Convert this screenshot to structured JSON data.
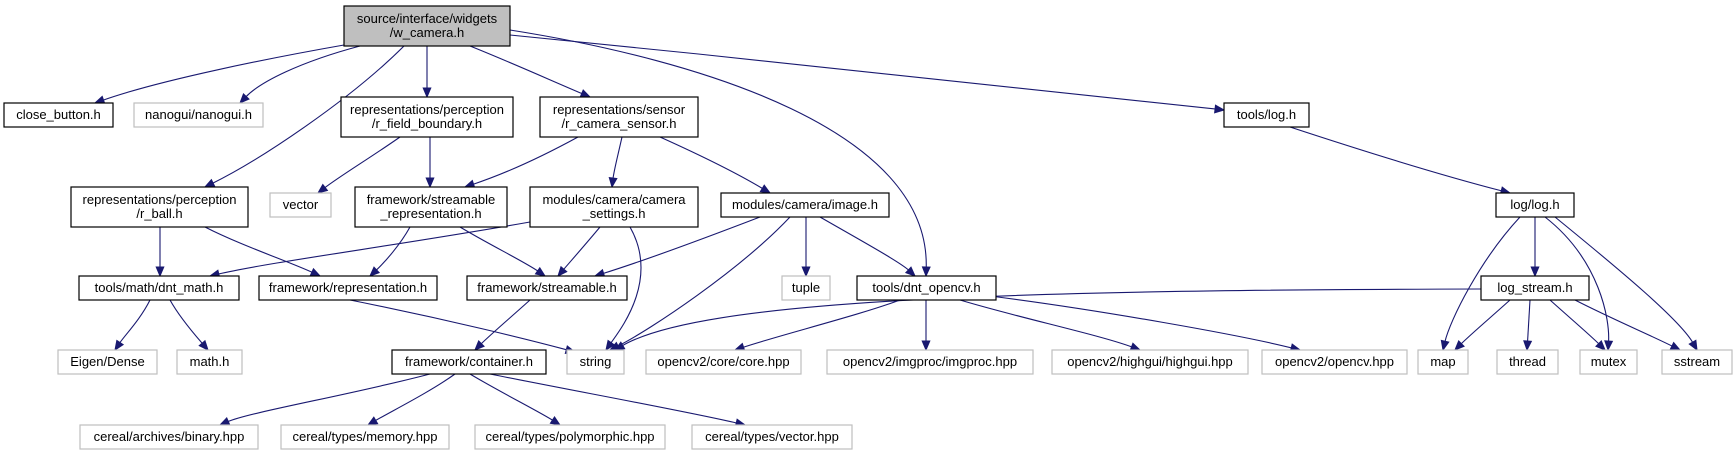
{
  "colors": {
    "edge": "#191970",
    "root_fill": "#bfbfbf",
    "root_stroke": "#000000",
    "node_fill": "#ffffff",
    "node_stroke": "#000000",
    "external_stroke": "#bfbfbf"
  },
  "nodes": [
    {
      "id": "w_camera",
      "lines": [
        "source/interface/widgets",
        "/w_camera.h"
      ],
      "kind": "root"
    },
    {
      "id": "close_button",
      "lines": [
        "close_button.h"
      ],
      "kind": "local"
    },
    {
      "id": "nanogui",
      "lines": [
        "nanogui/nanogui.h"
      ],
      "kind": "external"
    },
    {
      "id": "r_field_boundary",
      "lines": [
        "representations/perception",
        "/r_field_boundary.h"
      ],
      "kind": "local"
    },
    {
      "id": "r_camera_sensor",
      "lines": [
        "representations/sensor",
        "/r_camera_sensor.h"
      ],
      "kind": "local"
    },
    {
      "id": "tools_log",
      "lines": [
        "tools/log.h"
      ],
      "kind": "local"
    },
    {
      "id": "r_ball",
      "lines": [
        "representations/perception",
        "/r_ball.h"
      ],
      "kind": "local"
    },
    {
      "id": "vector",
      "lines": [
        "vector"
      ],
      "kind": "external"
    },
    {
      "id": "streamable_representation",
      "lines": [
        "framework/streamable",
        "_representation.h"
      ],
      "kind": "local"
    },
    {
      "id": "camera_settings",
      "lines": [
        "modules/camera/camera",
        "_settings.h"
      ],
      "kind": "local"
    },
    {
      "id": "image",
      "lines": [
        "modules/camera/image.h"
      ],
      "kind": "local"
    },
    {
      "id": "log_log",
      "lines": [
        "log/log.h"
      ],
      "kind": "local"
    },
    {
      "id": "dnt_math",
      "lines": [
        "tools/math/dnt_math.h"
      ],
      "kind": "local"
    },
    {
      "id": "representation",
      "lines": [
        "framework/representation.h"
      ],
      "kind": "local"
    },
    {
      "id": "streamable",
      "lines": [
        "framework/streamable.h"
      ],
      "kind": "local"
    },
    {
      "id": "tuple",
      "lines": [
        "tuple"
      ],
      "kind": "external"
    },
    {
      "id": "dnt_opencv",
      "lines": [
        "tools/dnt_opencv.h"
      ],
      "kind": "local"
    },
    {
      "id": "log_stream",
      "lines": [
        "log_stream.h"
      ],
      "kind": "local"
    },
    {
      "id": "eigen",
      "lines": [
        "Eigen/Dense"
      ],
      "kind": "external"
    },
    {
      "id": "math",
      "lines": [
        "math.h"
      ],
      "kind": "external"
    },
    {
      "id": "container",
      "lines": [
        "framework/container.h"
      ],
      "kind": "local"
    },
    {
      "id": "string",
      "lines": [
        "string"
      ],
      "kind": "external"
    },
    {
      "id": "core_hpp",
      "lines": [
        "opencv2/core/core.hpp"
      ],
      "kind": "external"
    },
    {
      "id": "imgproc_hpp",
      "lines": [
        "opencv2/imgproc/imgproc.hpp"
      ],
      "kind": "external"
    },
    {
      "id": "highgui_hpp",
      "lines": [
        "opencv2/highgui/highgui.hpp"
      ],
      "kind": "external"
    },
    {
      "id": "opencv_hpp",
      "lines": [
        "opencv2/opencv.hpp"
      ],
      "kind": "external"
    },
    {
      "id": "map",
      "lines": [
        "map"
      ],
      "kind": "external"
    },
    {
      "id": "thread",
      "lines": [
        "thread"
      ],
      "kind": "external"
    },
    {
      "id": "mutex",
      "lines": [
        "mutex"
      ],
      "kind": "external"
    },
    {
      "id": "sstream",
      "lines": [
        "sstream"
      ],
      "kind": "external"
    },
    {
      "id": "binary_hpp",
      "lines": [
        "cereal/archives/binary.hpp"
      ],
      "kind": "external"
    },
    {
      "id": "memory_hpp",
      "lines": [
        "cereal/types/memory.hpp"
      ],
      "kind": "external"
    },
    {
      "id": "polymorphic_hpp",
      "lines": [
        "cereal/types/polymorphic.hpp"
      ],
      "kind": "external"
    },
    {
      "id": "vector_hpp",
      "lines": [
        "cereal/types/vector.hpp"
      ],
      "kind": "external"
    }
  ],
  "edges": [
    {
      "from": "w_camera",
      "to": "close_button"
    },
    {
      "from": "w_camera",
      "to": "nanogui"
    },
    {
      "from": "w_camera",
      "to": "r_field_boundary"
    },
    {
      "from": "w_camera",
      "to": "r_camera_sensor"
    },
    {
      "from": "w_camera",
      "to": "tools_log"
    },
    {
      "from": "w_camera",
      "to": "r_ball"
    },
    {
      "from": "w_camera",
      "to": "dnt_opencv"
    },
    {
      "from": "r_field_boundary",
      "to": "vector"
    },
    {
      "from": "r_field_boundary",
      "to": "streamable_representation"
    },
    {
      "from": "r_camera_sensor",
      "to": "streamable_representation"
    },
    {
      "from": "r_camera_sensor",
      "to": "camera_settings"
    },
    {
      "from": "r_camera_sensor",
      "to": "image"
    },
    {
      "from": "tools_log",
      "to": "log_log"
    },
    {
      "from": "r_ball",
      "to": "dnt_math"
    },
    {
      "from": "r_ball",
      "to": "representation"
    },
    {
      "from": "streamable_representation",
      "to": "representation"
    },
    {
      "from": "streamable_representation",
      "to": "streamable"
    },
    {
      "from": "camera_settings",
      "to": "dnt_math"
    },
    {
      "from": "camera_settings",
      "to": "streamable"
    },
    {
      "from": "camera_settings",
      "to": "string"
    },
    {
      "from": "image",
      "to": "streamable"
    },
    {
      "from": "image",
      "to": "tuple"
    },
    {
      "from": "image",
      "to": "string"
    },
    {
      "from": "image",
      "to": "dnt_opencv"
    },
    {
      "from": "log_log",
      "to": "log_stream"
    },
    {
      "from": "log_log",
      "to": "map"
    },
    {
      "from": "log_log",
      "to": "mutex"
    },
    {
      "from": "log_log",
      "to": "sstream"
    },
    {
      "from": "dnt_math",
      "to": "eigen"
    },
    {
      "from": "dnt_math",
      "to": "math"
    },
    {
      "from": "representation",
      "to": "string"
    },
    {
      "from": "streamable",
      "to": "container"
    },
    {
      "from": "dnt_opencv",
      "to": "core_hpp"
    },
    {
      "from": "dnt_opencv",
      "to": "imgproc_hpp"
    },
    {
      "from": "dnt_opencv",
      "to": "highgui_hpp"
    },
    {
      "from": "dnt_opencv",
      "to": "opencv_hpp"
    },
    {
      "from": "log_stream",
      "to": "string"
    },
    {
      "from": "log_stream",
      "to": "map"
    },
    {
      "from": "log_stream",
      "to": "thread"
    },
    {
      "from": "log_stream",
      "to": "mutex"
    },
    {
      "from": "log_stream",
      "to": "sstream"
    },
    {
      "from": "container",
      "to": "binary_hpp"
    },
    {
      "from": "container",
      "to": "memory_hpp"
    },
    {
      "from": "container",
      "to": "polymorphic_hpp"
    },
    {
      "from": "container",
      "to": "vector_hpp"
    }
  ]
}
